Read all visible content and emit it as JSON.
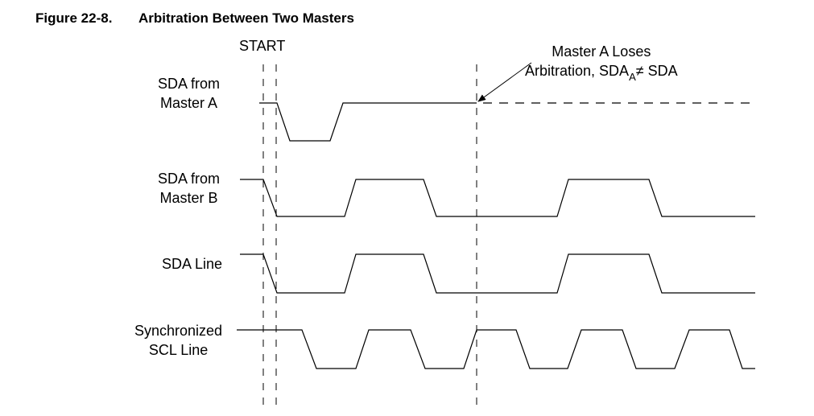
{
  "figure": {
    "number": "Figure 22-8.",
    "title": "Arbitration Between Two Masters"
  },
  "markers": {
    "start": "START",
    "annotation_line1": "Master A Loses",
    "annotation_line2_prefix": "Arbitration, SDA",
    "annotation_subscript": "A",
    "annotation_line2_suffix": "≠ SDA"
  },
  "signals": [
    {
      "id": "sda-a",
      "line1": "SDA from",
      "line2": "Master A"
    },
    {
      "id": "sda-b",
      "line1": "SDA from",
      "line2": "Master B"
    },
    {
      "id": "sda-line",
      "line1": "SDA Line",
      "line2": ""
    },
    {
      "id": "scl",
      "line1": "Synchronized",
      "line2": "SCL Line"
    }
  ],
  "colors": {
    "line": "#000000",
    "background": "#ffffff"
  }
}
